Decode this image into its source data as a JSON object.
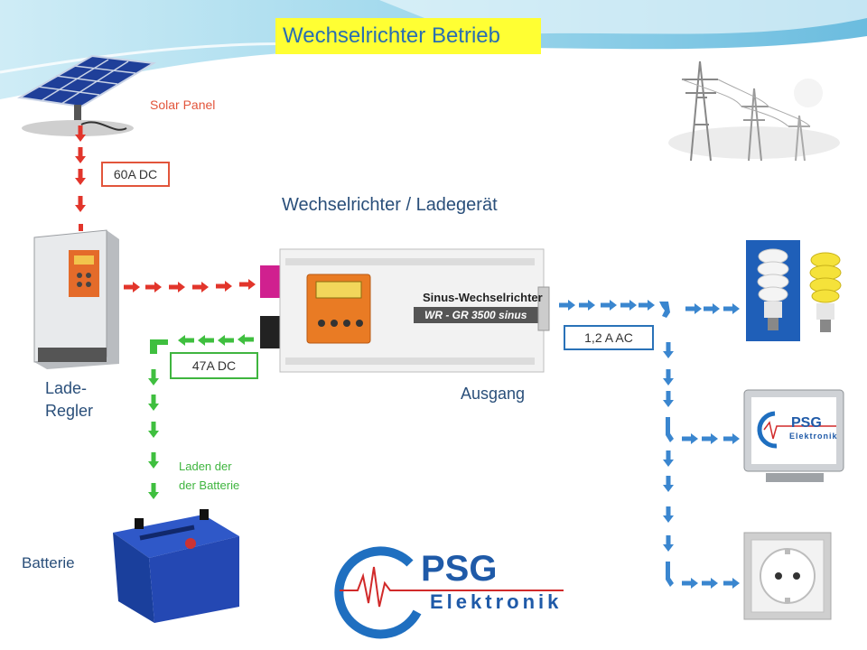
{
  "title": "Wechselrichter Betrieb",
  "subtitle": "Wechselrichter / Ladegerät",
  "labels": {
    "solar_panel": "Solar Panel",
    "dc_60": "60A  DC",
    "lade_regler_1": "Lade-",
    "lade_regler_2": "Regler",
    "dc_47": "47A  DC",
    "ac_12": "1,2 A  AC",
    "ausgang": "Ausgang",
    "laden_1": "Laden der",
    "laden_2": "der Batterie",
    "batterie": "Batterie"
  },
  "inverter": {
    "name": "Sinus-Wechselrichter",
    "model": "WR - GR 3500 sinus"
  },
  "logo": {
    "brand": "PSG",
    "sub": "Elektronik",
    "tv_brand": "PSG",
    "tv_sub": "Elektronik"
  },
  "colors": {
    "title_bg": "#ffff33",
    "title_text": "#2a6fb0",
    "red_arrow": "#e2352b",
    "green_arrow": "#3fbf3f",
    "blue_arrow": "#3a86cf",
    "orange_label": "#e2553b"
  },
  "icons": [
    "solar-panel-icon",
    "power-pylon-icon",
    "charge-controller-icon",
    "inverter-icon",
    "battery-icon",
    "light-bulb-icon",
    "television-icon",
    "power-socket-icon"
  ]
}
